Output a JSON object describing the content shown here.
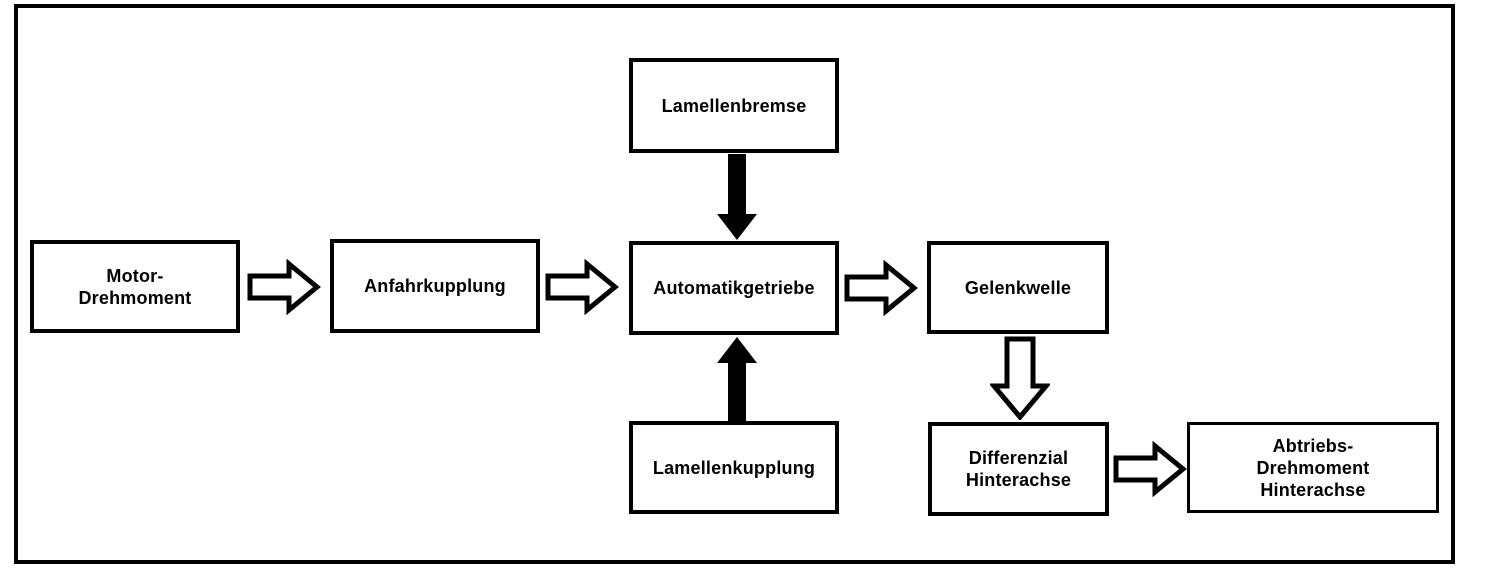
{
  "diagram": {
    "background_color": "#ffffff",
    "line_color": "#000000",
    "nodes": {
      "motor": {
        "label": "Motor-\nDrehmoment"
      },
      "anfahr": {
        "label": "Anfahrkupplung"
      },
      "bremse": {
        "label": "Lamellenbremse"
      },
      "automatik": {
        "label": "Automatikgetriebe"
      },
      "kupplung": {
        "label": "Lamellenkupplung"
      },
      "gelenk": {
        "label": "Gelenkwelle"
      },
      "differenzial": {
        "label": "Differenzial\nHinterachse"
      },
      "abtriebs": {
        "label": "Abtriebs-\nDrehmoment\nHinterachse"
      }
    },
    "connections": [
      {
        "from": "Motor-Drehmoment",
        "to": "Anfahrkupplung",
        "style": "hollow-block-arrow",
        "direction": "right"
      },
      {
        "from": "Anfahrkupplung",
        "to": "Automatikgetriebe",
        "style": "hollow-block-arrow",
        "direction": "right"
      },
      {
        "from": "Lamellenbremse",
        "to": "Automatikgetriebe",
        "style": "solid-arrow",
        "direction": "down"
      },
      {
        "from": "Lamellenkupplung",
        "to": "Automatikgetriebe",
        "style": "solid-arrow",
        "direction": "up"
      },
      {
        "from": "Automatikgetriebe",
        "to": "Gelenkwelle",
        "style": "hollow-block-arrow",
        "direction": "right"
      },
      {
        "from": "Gelenkwelle",
        "to": "Differenzial Hinterachse",
        "style": "hollow-block-arrow",
        "direction": "down"
      },
      {
        "from": "Differenzial Hinterachse",
        "to": "Abtriebs-Drehmoment Hinterachse",
        "style": "hollow-block-arrow",
        "direction": "right"
      }
    ]
  }
}
